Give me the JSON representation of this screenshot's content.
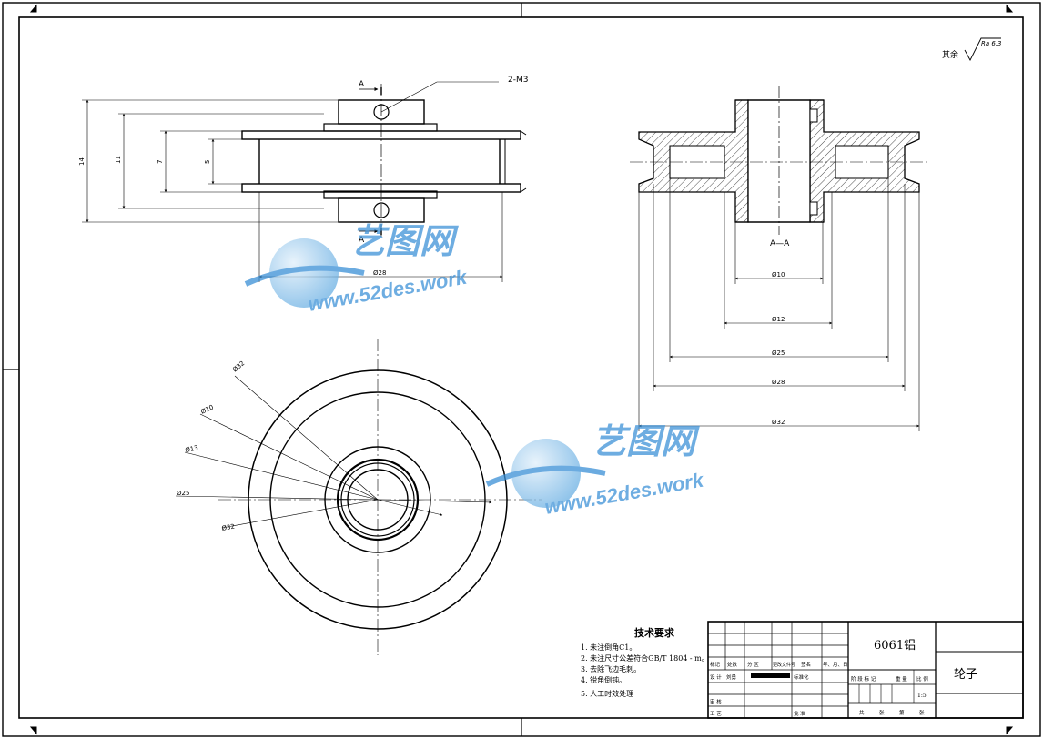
{
  "roughness": {
    "prefix": "其余",
    "value": "Ra 6.3"
  },
  "front_view": {
    "hole_label": "2-M3",
    "section_mark": "A",
    "dims": {
      "h14": "14",
      "h11": "11",
      "h7": "7",
      "h5": "5",
      "d28": "Ø28"
    }
  },
  "section_view": {
    "label": "A—A",
    "dims": {
      "d10": "Ø10",
      "d12": "Ø12",
      "d25": "Ø25",
      "d28": "Ø28",
      "d32": "Ø32"
    }
  },
  "circle_view": {
    "dims": {
      "d32": "Ø32",
      "d10": "Ø10",
      "d13": "Ø13",
      "d25": "Ø25",
      "d32b": "Ø32"
    }
  },
  "watermark": {
    "brand": "艺图网",
    "url": "www.52des.work"
  },
  "tech_req": {
    "title": "技术要求",
    "items": [
      "1. 未注倒角C1。",
      "2. 未注尺寸公差符合GB/T 1804 - m。",
      "3. 去除飞边毛刺。",
      "4. 锐角倒钝。",
      "5. 人工时效处理"
    ]
  },
  "title_block": {
    "material": "6061铝",
    "part_name": "轮子",
    "scale": "1:5",
    "hdr": {
      "mark": "标记",
      "count": "处数",
      "zone": "分 区",
      "doc": "更改文件号",
      "sign": "签名",
      "date": "年、月、日"
    },
    "design": "设 计",
    "designer": "刘勇",
    "standard": "标准化",
    "review": "审 核",
    "process": "工 艺",
    "approve": "批 准",
    "stage": {
      "a": "阶 段 标 记",
      "b": "重 量",
      "c": "比 例"
    },
    "sheets": {
      "a": "共",
      "b": "张",
      "c": "第",
      "d": "张"
    }
  }
}
